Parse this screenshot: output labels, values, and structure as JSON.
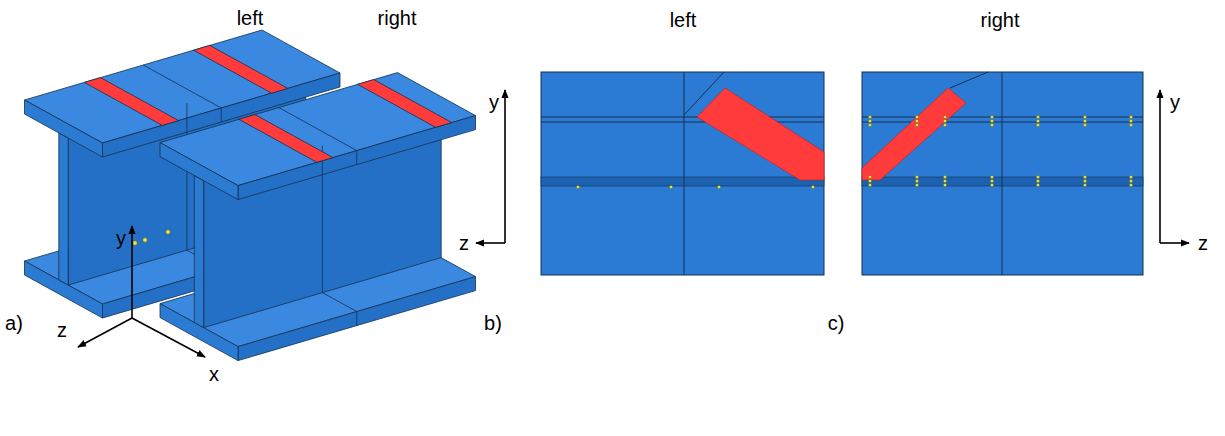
{
  "diagram": {
    "labels": [
      "left",
      "right",
      "left",
      "right",
      "y",
      "y",
      "y",
      "z",
      "z",
      "z",
      "x",
      "a)",
      "b)",
      "c)"
    ]
  }
}
